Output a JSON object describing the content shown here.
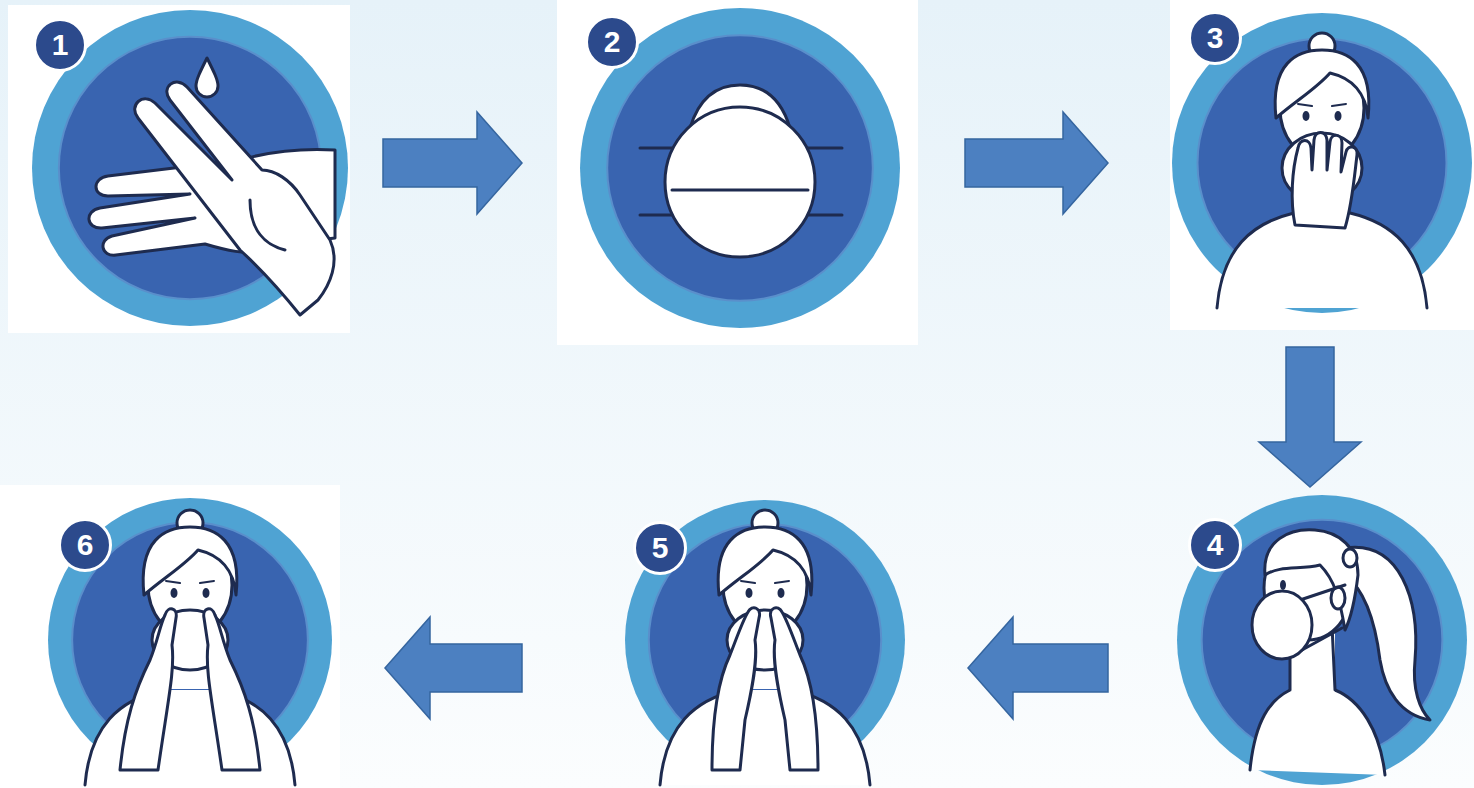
{
  "diagram": {
    "nodes": [
      {
        "text": [
          "1"
        ]
      },
      {
        "text": [
          "2"
        ]
      },
      {
        "text": [
          "3"
        ]
      },
      {
        "text": [
          "4"
        ]
      },
      {
        "text": [
          "5"
        ]
      },
      {
        "text": [
          "6"
        ]
      }
    ],
    "edges": [
      {
        "from": 0,
        "to": 1,
        "arrow": "to"
      },
      {
        "from": 1,
        "to": 2,
        "arrow": "to"
      },
      {
        "from": 2,
        "to": 3,
        "arrow": "to"
      },
      {
        "from": 3,
        "to": 4,
        "arrow": "to"
      },
      {
        "from": 4,
        "to": 5,
        "arrow": "to"
      }
    ]
  }
}
